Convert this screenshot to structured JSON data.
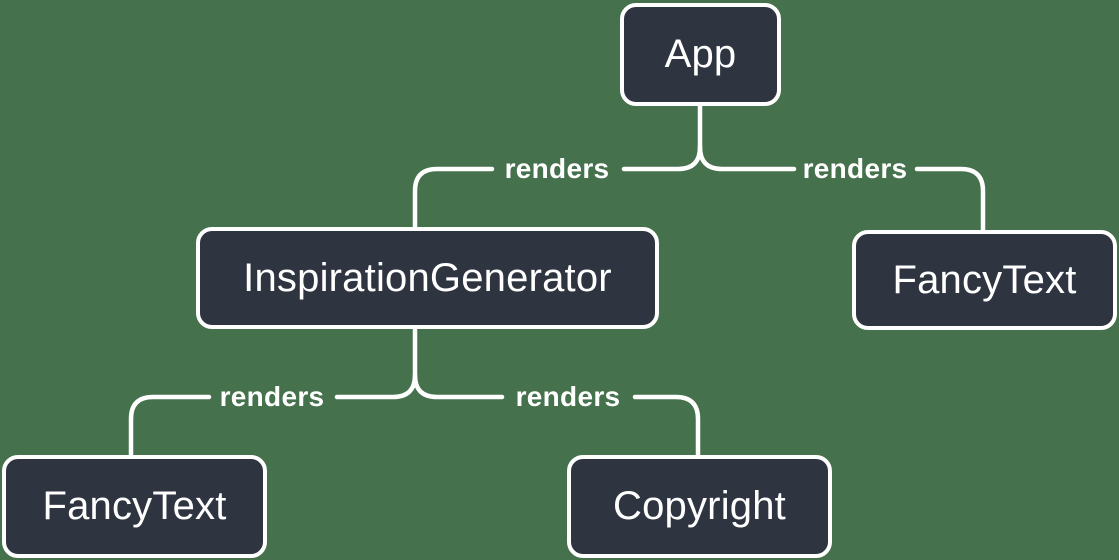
{
  "diagram": {
    "nodes": [
      {
        "id": "app",
        "label": "App"
      },
      {
        "id": "inspiration-generator",
        "label": "InspirationGenerator"
      },
      {
        "id": "fancy-text-top",
        "label": "FancyText"
      },
      {
        "id": "fancy-text-bottom",
        "label": "FancyText"
      },
      {
        "id": "copyright",
        "label": "Copyright"
      }
    ],
    "edges": [
      {
        "from": "App",
        "to": "InspirationGenerator",
        "label": "renders"
      },
      {
        "from": "App",
        "to": "FancyText",
        "label": "renders"
      },
      {
        "from": "InspirationGenerator",
        "to": "FancyText",
        "label": "renders"
      },
      {
        "from": "InspirationGenerator",
        "to": "Copyright",
        "label": "renders"
      }
    ],
    "colors": {
      "background": "#46714D",
      "node_fill": "#2E3440",
      "node_border": "#FFFFFF",
      "connector": "#FFFFFF",
      "text": "#FFFFFF"
    }
  }
}
